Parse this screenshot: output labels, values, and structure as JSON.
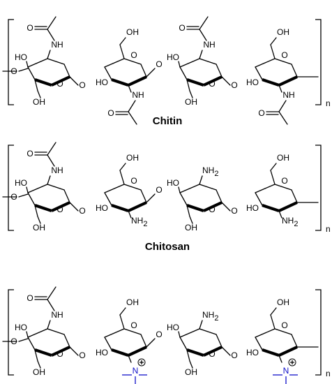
{
  "panels": [
    {
      "title": "Chitin",
      "repeat": "n",
      "units": [
        "NHAc",
        "NHAc",
        "NHAc",
        "NHAc"
      ]
    },
    {
      "title": "Chitosan",
      "repeat": "n",
      "units": [
        "NHAc",
        "NH2",
        "NH2",
        "NH2"
      ]
    },
    {
      "title": "TMC",
      "repeat": "n",
      "units": [
        "NHAc",
        "NMe3",
        "NH2",
        "NMe3"
      ]
    }
  ],
  "colors": {
    "quaternary_ammonium": "#1010c8",
    "bonds": "#000000"
  }
}
